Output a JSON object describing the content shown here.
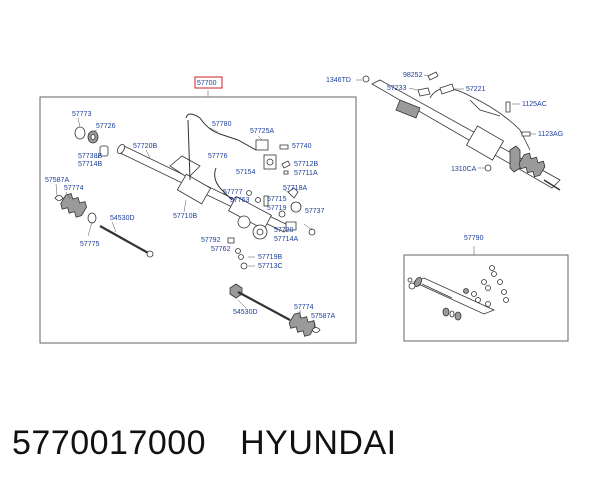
{
  "labels": {
    "l57700": "57700",
    "l57773": "57773",
    "l57726": "57726",
    "l57738B": "57738B",
    "l57714B_a": "57714B",
    "l57720B": "57720B",
    "l57587A_left": "57587A",
    "l57774_left": "57774",
    "l54530D_left": "54530D",
    "l57775": "57775",
    "l57710B": "57710B",
    "l57780": "57780",
    "l57725A": "57725A",
    "l57740": "57740",
    "l57776": "57776",
    "l57154": "57154",
    "l57712B": "57712B",
    "l57711A": "57711A",
    "l57777": "57777",
    "l57718A": "57718A",
    "l57763": "57763",
    "l57715": "57715",
    "l57719": "57719",
    "l57737": "57737",
    "l57720": "57720",
    "l57714A": "57714A",
    "l57792": "57792",
    "l57762": "57762",
    "l57719B": "57719B",
    "l57713C": "57713C",
    "l54530D_bottom": "54530D",
    "l57774_bottom": "57774",
    "l57587A_bottom": "57587A",
    "l1346TD": "1346TD",
    "l98252": "98252",
    "l57233": "57233",
    "l57221": "57221",
    "l1125AC": "1125AC",
    "l1123AG": "1123AG",
    "l1310CA": "1310CA",
    "l57790": "57790"
  },
  "caption": {
    "part_number": "5770017000",
    "brand": "HYUNDAI"
  },
  "colors": {
    "label": "#1c3f9a",
    "highlight_box": "#d21f1f",
    "lines": "#333333"
  }
}
